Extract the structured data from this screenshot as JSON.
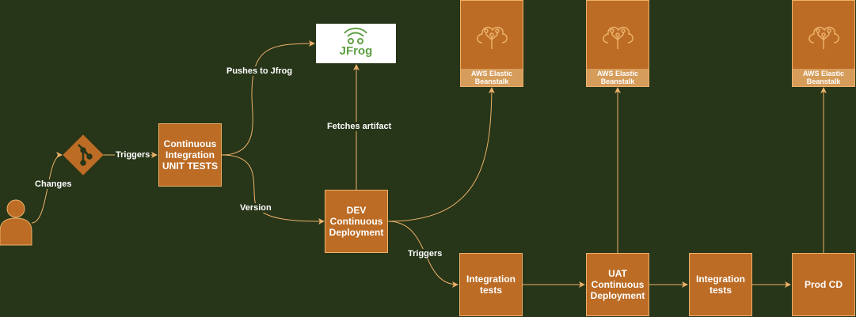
{
  "colors": {
    "background": "#273518",
    "box_fill": "#bc6c25",
    "box_stroke": "#ecb26b",
    "caption_fill": "#d69c5a",
    "text": "#ffffff",
    "jfrog_green": "#5fa044"
  },
  "nodes": {
    "ci": "Continuous\nIntegration\nUNIT TESTS",
    "dev": "DEV\nContinuous\nDeployment",
    "integration1": "Integration\ntests",
    "uat": "UAT\nContinuous\nDeployment",
    "integration2": "Integration\ntests",
    "prod": "Prod CD"
  },
  "beanstalk": {
    "dev_label": "AWS Elastic\nBeanstalk",
    "uat_label": "AWS Elastic\nBeanstalk",
    "prod_label": "AWS Elastic\nBeanstalk"
  },
  "jfrog": {
    "logo_text": "JFrog"
  },
  "edge_labels": {
    "changes": "Changes",
    "triggers_ci": "Triggers",
    "pushes": "Pushes to Jfrog",
    "version": "Version",
    "fetches": "Fetches artifact",
    "triggers_integration": "Triggers"
  },
  "icons": {
    "user": "user-icon",
    "git": "git-icon",
    "beanstalk": "cloud-tree-icon",
    "jfrog": "jfrog-logo-icon"
  }
}
